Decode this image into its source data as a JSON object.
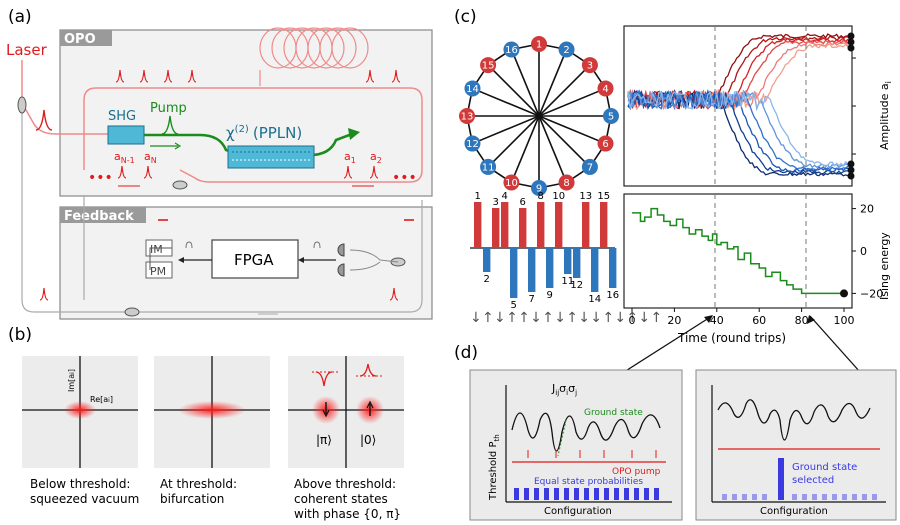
{
  "panel_labels": {
    "a": "(a)",
    "b": "(b)",
    "c": "(c)",
    "d": "(d)"
  },
  "colors": {
    "red": "#e11b1b",
    "pink": "#f07e7e",
    "green": "#1b8c1b",
    "teal": "#2aa8c4",
    "blue": "#2a5fd0",
    "gray": "#777777",
    "bluenode": "#2e77bd",
    "rednode": "#d13a3a"
  },
  "panel_a": {
    "laser": "Laser",
    "opo_title": "OPO",
    "feedback_title": "Feedback",
    "shg": "SHG",
    "pump": "Pump",
    "chi_label": "χ",
    "chi_sup": "(2)",
    "ppln": "(PPLN)",
    "pulse_left_1": "a",
    "pulse_left_1_sub": "N-1",
    "pulse_left_2": "a",
    "pulse_left_2_sub": "N",
    "pulse_right_1": "a",
    "pulse_right_1_sub": "1",
    "pulse_right_2": "a",
    "pulse_right_2_sub": "2",
    "dots": "•••",
    "fpga": "FPGA",
    "im": "IM",
    "pm": "PM"
  },
  "panel_b": {
    "axis_im": "Im[a",
    "axis_im_sub": "i",
    "axis_re": "Re[a",
    "axis_re_sub": "i",
    "ket_pi": "|π⟩",
    "ket_zero": "|0⟩",
    "captions": [
      [
        "Below threshold:",
        "squeezed vacuum"
      ],
      [
        "At threshold:",
        "bifurcation"
      ],
      [
        "Above threshold:",
        "coherent states",
        "with phase {0, π}"
      ]
    ]
  },
  "panel_c": {
    "node_labels": [
      "1",
      "2",
      "3",
      "4",
      "5",
      "6",
      "7",
      "8",
      "9",
      "10",
      "11",
      "12",
      "13",
      "14",
      "15",
      "16"
    ],
    "node_spins": [
      1,
      -1,
      1,
      1,
      -1,
      1,
      -1,
      1,
      -1,
      1,
      -1,
      -1,
      1,
      -1,
      1,
      -1
    ],
    "bar_top_labels": [
      "1",
      "3",
      "4",
      "6",
      "8",
      "10",
      "13",
      "15"
    ],
    "bar_bottom_labels": [
      "2",
      "5",
      "7",
      "9",
      "11",
      "12",
      "14",
      "16"
    ],
    "arrows": "↓↑↓↑↑↓↑↓↑↓↓↑↓↑↓↑",
    "amp_ylabel": "Amplitude a",
    "amp_ylabel_sub": "i",
    "ising_ylabel": "Ising energy",
    "xlabel": "Time (round trips)",
    "x_ticks": [
      "0",
      "20",
      "40",
      "60",
      "80",
      "100"
    ],
    "energy_ticks": [
      "20",
      "0",
      "−20"
    ]
  },
  "panel_d": {
    "ylabel": "Threshold P",
    "ylabel_sub": "th",
    "coupling": "J",
    "coupling_sub": "ij",
    "coupling_rest": "σ",
    "ground_state": "Ground state",
    "opo_pump": "OPO pump",
    "equal_probs": "Equal state probabilities",
    "xlabel": "Configuration",
    "selected_1": "Ground state",
    "selected_2": "selected"
  },
  "chart_data": {
    "type": "line",
    "x_range": [
      0,
      100
    ],
    "vlines": [
      40,
      80
    ],
    "energy": {
      "ylim": [
        -25,
        25
      ],
      "ticks": [
        20,
        0,
        -20
      ],
      "x": [
        0,
        4,
        6,
        9,
        12,
        15,
        18,
        21,
        24,
        27,
        30,
        33,
        36,
        38,
        40,
        42,
        45,
        48,
        50,
        53,
        56,
        60,
        63,
        66,
        70,
        73,
        76,
        80,
        85,
        90,
        100
      ],
      "values": [
        18,
        14,
        16,
        20,
        17,
        14,
        12,
        15,
        11,
        8,
        10,
        7,
        5,
        8,
        3,
        4,
        1,
        2,
        -4,
        -1,
        -6,
        -8,
        -12,
        -10,
        -14,
        -16,
        -18,
        -20,
        -20,
        -20,
        -20
      ]
    }
  }
}
